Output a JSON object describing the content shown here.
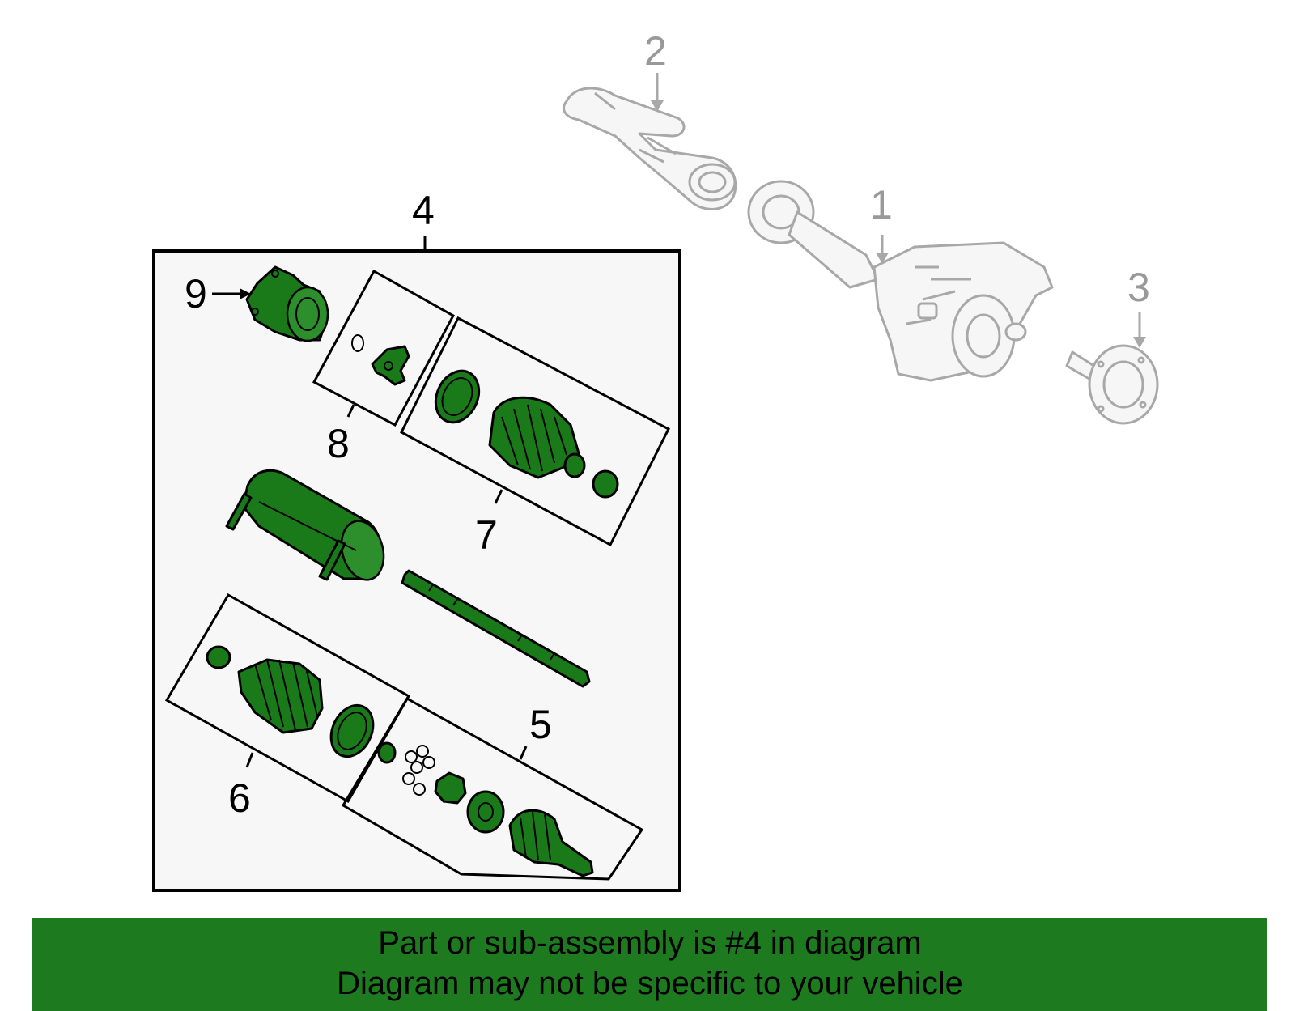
{
  "callouts": {
    "n1": "1",
    "n2": "2",
    "n3": "3",
    "n4": "4",
    "n5": "5",
    "n6": "6",
    "n7": "7",
    "n8": "8",
    "n9": "9"
  },
  "banner": {
    "line1": "Part or sub-assembly is #4 in diagram",
    "line2": "Diagram may not be specific to your vehicle"
  },
  "colors": {
    "highlight_green": "#1a7a1a",
    "banner_green": "#1e7a1e",
    "ghost_grey": "#a8a8a8"
  }
}
